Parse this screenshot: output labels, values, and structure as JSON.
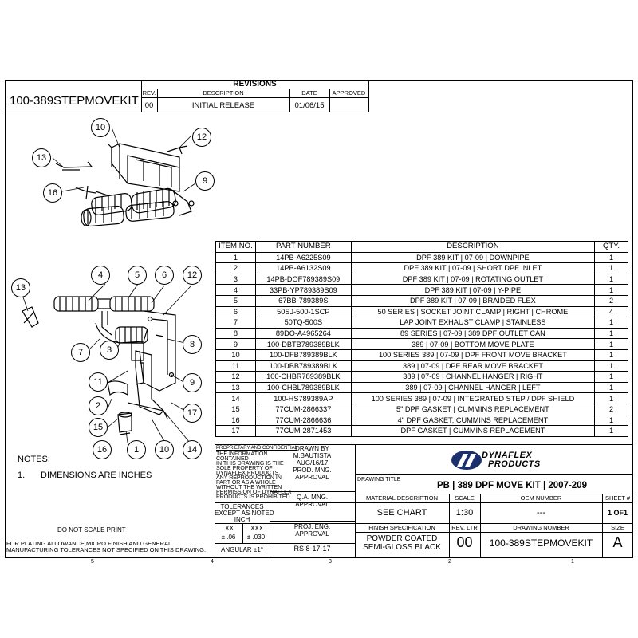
{
  "drawing_id_top": "100-389STEPMOVEKIT",
  "revisions": {
    "title": "REVISIONS",
    "headers": [
      "REV.",
      "DESCRIPTION",
      "DATE",
      "APPROVED"
    ],
    "rows": [
      {
        "rev": "00",
        "description": "INITIAL RELEASE",
        "date": "01/06/15",
        "approved": ""
      }
    ]
  },
  "bom": {
    "headers": [
      "ITEM NO.",
      "PART NUMBER",
      "DESCRIPTION",
      "QTY."
    ],
    "rows": [
      [
        "1",
        "14PB-A6225S09",
        "DPF 389 KIT | 07-09 | DOWNPIPE",
        "1"
      ],
      [
        "2",
        "14PB-A6132S09",
        "DPF 389 KIT | 07-09 | SHORT DPF INLET",
        "1"
      ],
      [
        "3",
        "14PB-DOF789389S09",
        "DPF 389 KIT | 07-09 | ROTATING OUTLET",
        "1"
      ],
      [
        "4",
        "33PB-YP789389S09",
        "DPF 389 KIT | 07-09 | Y-PIPE",
        "1"
      ],
      [
        "5",
        "67BB-789389S",
        "DPF 389 KIT | 07-09 | BRAIDED FLEX",
        "2"
      ],
      [
        "6",
        "50SJ-500-1SCP",
        "50 SERIES | SOCKET JOINT CLAMP | RIGHT | CHROME",
        "4"
      ],
      [
        "7",
        "50TQ-500S",
        "LAP JOINT EXHAUST CLAMP | STAINLESS",
        "1"
      ],
      [
        "8",
        "89DO-A4965264",
        "89 SERIES | 07-09 | 389 DPF OUTLET CAN",
        "1"
      ],
      [
        "9",
        "100-DBTB789389BLK",
        "389 | 07-09 | BOTTOM MOVE PLATE",
        "1"
      ],
      [
        "10",
        "100-DFB789389BLK",
        "100 SERIES 389 | 07-09 | DPF FRONT MOVE BRACKET",
        "1"
      ],
      [
        "11",
        "100-DBB789389BLK",
        "389 | 07-09 | DPF REAR MOVE BRACKET",
        "1"
      ],
      [
        "12",
        "100-CHBR789389BLK",
        "389 | 07-09 | CHANNEL HANGER | RIGHT",
        "1"
      ],
      [
        "13",
        "100-CHBL789389BLK",
        "389 | 07-09 | CHANNEL HANGER | LEFT",
        "1"
      ],
      [
        "14",
        "100-HS789389AP",
        "100 SERIES 389 | 07-09 | INTEGRATED STEP / DPF SHIELD",
        "1"
      ],
      [
        "15",
        "77CUM-2866337",
        "5\" DPF GASKET | CUMMINS REPLACEMENT",
        "2"
      ],
      [
        "16",
        "77CUM-2866636",
        "4\" DPF GASKET; CUMMINS REPLACEMENT",
        "1"
      ],
      [
        "17",
        "77CUM-2871453",
        "DPF GASKET | CUMMINS REPLACEMENT",
        "1"
      ]
    ]
  },
  "balloons_top": [
    "10",
    "12",
    "13",
    "16",
    "9"
  ],
  "balloons_bottom": [
    "13",
    "4",
    "5",
    "6",
    "12",
    "8",
    "7",
    "3",
    "11",
    "9",
    "2",
    "17",
    "15",
    "16",
    "1",
    "10",
    "14"
  ],
  "notes": {
    "title": "NOTES:",
    "items": [
      {
        "num": "1.",
        "text": "DIMENSIONS ARE INCHES"
      }
    ],
    "do_not_scale": "DO NOT SCALE PRINT",
    "plating_1": "FOR PLATING ALLOWANCE,MICRO FINISH AND GENERAL",
    "plating_2": "MANUFACTURING TOLERANCES NOT SPECIFIED ON THIS DRAWING."
  },
  "title_block": {
    "proprietary_title": "PROPRIETARY AND CONFIDENTIAL",
    "proprietary_lines": [
      "THE INFORMATION",
      "CONTAINED",
      "IN THIS DRAWING IS THE",
      "SOLE PROPERTY OF",
      "DYNAFLEX PRODUCTS.",
      "ANY REPRODUCTION IN",
      "PART OR AS A  WHOLE",
      "WITHOUT THE WRITTEN",
      "PERMISSION OF DYNAFLEX",
      "PRODUCTS IS PROHIBITED."
    ],
    "drawn_by_label": "DRAWN BY",
    "drawn_by": "M.BAUTISTA",
    "drawn_date": "AUG/16/17",
    "prod_mng_1": "PROD. MNG.",
    "prod_mng_2": "APPROVAL",
    "qa_1": "Q.A. MNG.",
    "qa_2": "APPROVAL",
    "proj_eng_1": "PROJ. ENG.",
    "proj_eng_2": "APPROVAL",
    "proj_eng_value": "RS 8-17-17",
    "tolerances_1": "TOLERANCES",
    "tolerances_2": "EXCEPT AS NOTED",
    "tolerances_unit": "INCH",
    "tol_xx": ".XX",
    "tol_xxx": ".XXX",
    "tol_xx_val": "± .06",
    "tol_xxx_val": "± .030",
    "angular": "ANGULAR ±1°",
    "company_line1": "DYNAFLEX",
    "company_line2": "PRODUCTS",
    "drawing_title_label": "DRAWING TITLE",
    "drawing_title": "PB | 389 DPF MOVE KIT | 2007-209",
    "material_label": "MATERIAL DESCRIPTION",
    "material": "SEE CHART",
    "scale_label": "SCALE",
    "scale": "1:30",
    "oem_label": "OEM NUMBER",
    "oem": "---",
    "sheet_label": "SHEET #",
    "sheet": "1 OF1",
    "finish_label": "FINISH SPECIFICATION",
    "finish_1": "POWDER COATED",
    "finish_2": "SEMI-GLOSS BLACK",
    "rev_ltr_label": "REV. LTR",
    "rev_ltr": "00",
    "drawing_number_label": "DRAWING NUMBER",
    "drawing_number": "100-389STEPMOVEKIT",
    "size_label": "SIZE",
    "size": "A"
  },
  "zone_markers": [
    "5",
    "4",
    "3",
    "2",
    "1"
  ]
}
